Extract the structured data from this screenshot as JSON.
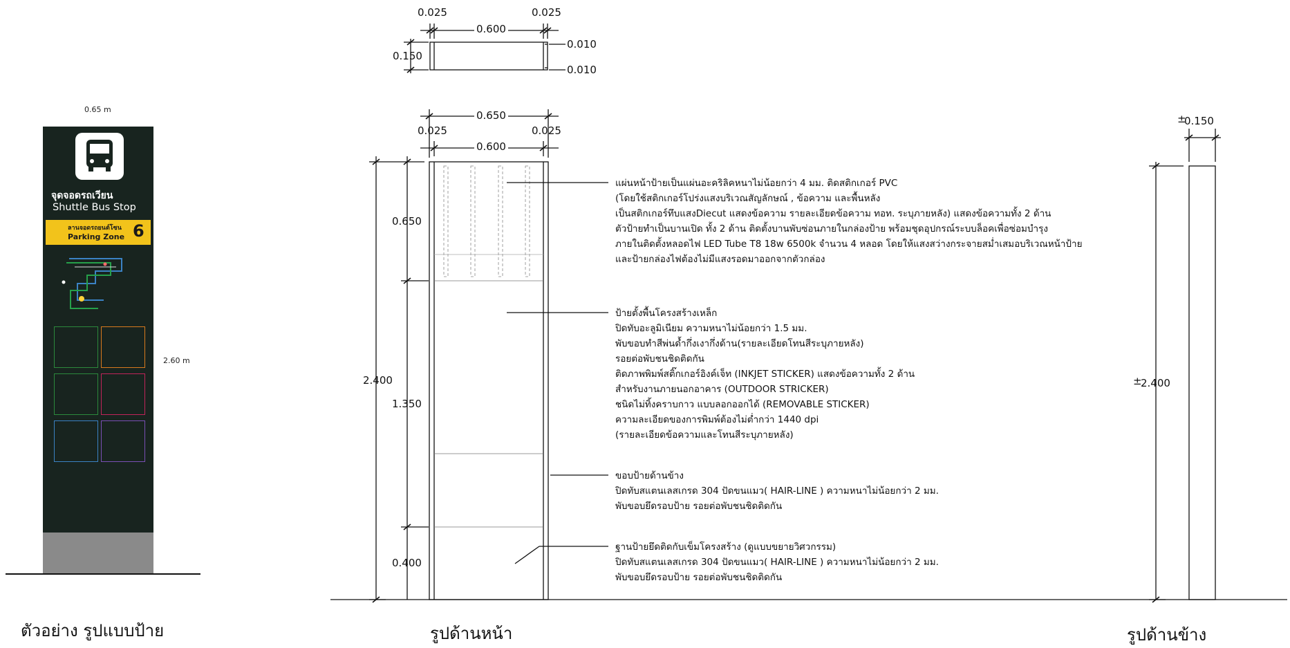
{
  "dimensions": {
    "top": {
      "left_edge": "0.025",
      "right_edge": "0.025",
      "width": "0.600",
      "depth": "0.150",
      "thk_top": "0.010",
      "thk_bottom": "0.010"
    },
    "front": {
      "overall_width": "0.650",
      "left_edge": "0.025",
      "right_edge": "0.025",
      "inner_width": "0.600",
      "height_total": "2.400",
      "height_face": "0.650",
      "height_body": "1.350",
      "height_base": "0.400"
    },
    "side": {
      "depth": "0.150",
      "height": "2.400"
    }
  },
  "sign_preview": {
    "width_label": "0.65 m",
    "height_label": "2.60 m",
    "title_th": "จุดจอดรถเวียน",
    "title_en": "Shuttle Bus Stop",
    "zone_th": "ลานจอดรถยนต์โซน",
    "zone_en": "Parking Zone",
    "zone_number": "6",
    "colors": {
      "body": "#18241f",
      "band": "#f2c31b",
      "base": "#8a8a8a"
    }
  },
  "notes": {
    "face": [
      "แผ่นหน้าป้ายเป็นแผ่นอะคริลิคหนาไม่น้อยกว่า 4 มม. ติดสติกเกอร์ PVC",
      "(โดยใช้สติกเกอร์โปร่งแสงบริเวณสัญลักษณ์ , ข้อความ และพื้นหลัง",
      "เป็นสติกเกอร์ทึบแสงDiecut แสดงข้อความ รายละเอียดข้อความ ทอท. ระบุภายหลัง) แสดงข้อความทั้ง 2 ด้าน",
      "ตัวป้ายทำเป็นบานเปิด ทั้ง 2 ด้าน ติดตั้งบานพับซ่อนภายในกล่องป้าย พร้อมชุดอุปกรณ์ระบบล็อคเพื่อซ่อมบำรุง",
      "ภายในติดตั้งหลอดไฟ LED Tube T8  18w 6500k จำนวน 4 หลอด โดยให้แสงสว่างกระจายสม่ำเสมอบริเวณหน้าป้าย",
      "และป้ายกล่องไฟต้องไม่มีแสงรอดมาออกจากตัวกล่อง"
    ],
    "body": [
      "ป้ายตั้งพื้นโครงสร้างเหล็ก",
      "ปิดทับอะลูมิเนียม ความหนาไม่น้อยกว่า 1.5 มม.",
      "พับขอบทำสีพ่นด้ำกึ่งเงากึ่งด้าน(รายละเอียดโทนสีระบุภายหลัง)",
      "รอยต่อพับชนชิดติดกัน",
      "ติดภาพพิมพ์สติ๊กเกอร์อิงค์เจ็ท (INKJET STICKER) แสดงข้อความทั้ง 2 ด้าน",
      "สำหรับงานภายนอกอาคาร (OUTDOOR STRICKER)",
      "ชนิดไม่ทิ้งคราบกาว แบบลอกออกได้ (REMOVABLE STICKER)",
      "ความละเอียดของการพิมพ์ต้องไม่ต่ำกว่า 1440 dpi",
      "(รายละเอียดข้อความและโทนสีระบุภายหลัง)"
    ],
    "edge": [
      "ขอบป้ายด้านข้าง",
      "ปิดทับสแตนเลสเกรด 304 ปัดขนแมว( HAIR-LINE ) ความหนาไม่น้อยกว่า 2 มม.",
      "พับขอบยึดรอบป้าย รอยต่อพับชนชิดติดกัน"
    ],
    "base": [
      "ฐานป้ายยึดติดกับเข็มโครงสร้าง (ดูแบบขยายวิศวกรรม)",
      "ปิดทับสแตนเลสเกรด 304 ปัดขนแมว( HAIR-LINE ) ความหนาไม่น้อยกว่า 2 มม.",
      "พับขอบยึดรอบป้าย รอยต่อพับชนชิดติดกัน"
    ]
  },
  "captions": {
    "sample": "ตัวอย่าง  รูปแบบป้าย",
    "front": "รูปด้านหน้า",
    "side": "รูปด้านข้าง"
  }
}
